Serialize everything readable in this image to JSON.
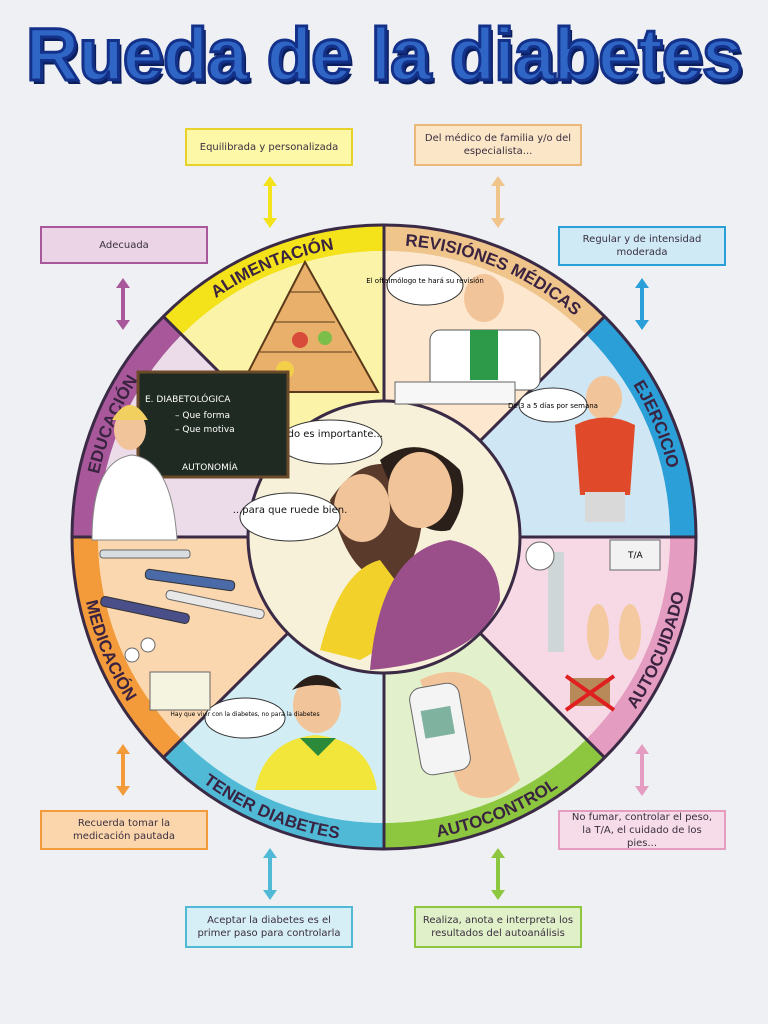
{
  "title": "Rueda de la diabetes",
  "segments": {
    "alimentacion": "ALIMENTACIÓN",
    "revisiones": "REVISIÓNES MÉDICAS",
    "ejercicio": "EJERCICIO",
    "autocuidado": "AUTOCUIDADO",
    "autocontrol": "AUTOCONTROL",
    "tener": "TENER DIABETES",
    "medicacion": "MEDICACIÓN",
    "educacion": "EDUCACIÓN"
  },
  "boxes": {
    "alimentacion": "Equilibrada y personalizada",
    "revisiones": "Del médico de familia y/o del especialista...",
    "educacion": "Adecuada",
    "ejercicio": "Regular y de intensidad moderada",
    "medicacion": "Recuerda tomar la medicación pautada",
    "tener": "Aceptar la diabetes es el primer paso para controlarla",
    "autocontrol": "Realiza, anota e interpreta los resultados del autoanálisis",
    "autocuidado": "No fumar, controlar el peso, la T/A, el cuidado de los pies..."
  },
  "bubbles": {
    "center_1": "Todo es importante...",
    "center_2": "...para que ruede bien.",
    "oftalmologo": "El oftalmólogo te hará su revisión",
    "ejercicio": "De 3 a 5 días por semana",
    "tener": "Hay que vivir con la diabetes, no para la diabetes"
  },
  "blackboard": {
    "line1": "E. DIABETOLÓGICA",
    "line2": "– Que forma",
    "line3": "– Que motiva",
    "line4": "AUTONOMÍA"
  },
  "device_label": "T/A",
  "colors": {
    "title": "#2f66c6",
    "alimentacion": "#f4e21a",
    "revisiones": "#f0c58c",
    "ejercicio": "#2a9fd8",
    "autocuidado": "#e59cc1",
    "autocontrol": "#8dc63f",
    "tener": "#4fb9d6",
    "medicacion": "#f39b3a",
    "educacion": "#a8589a"
  }
}
